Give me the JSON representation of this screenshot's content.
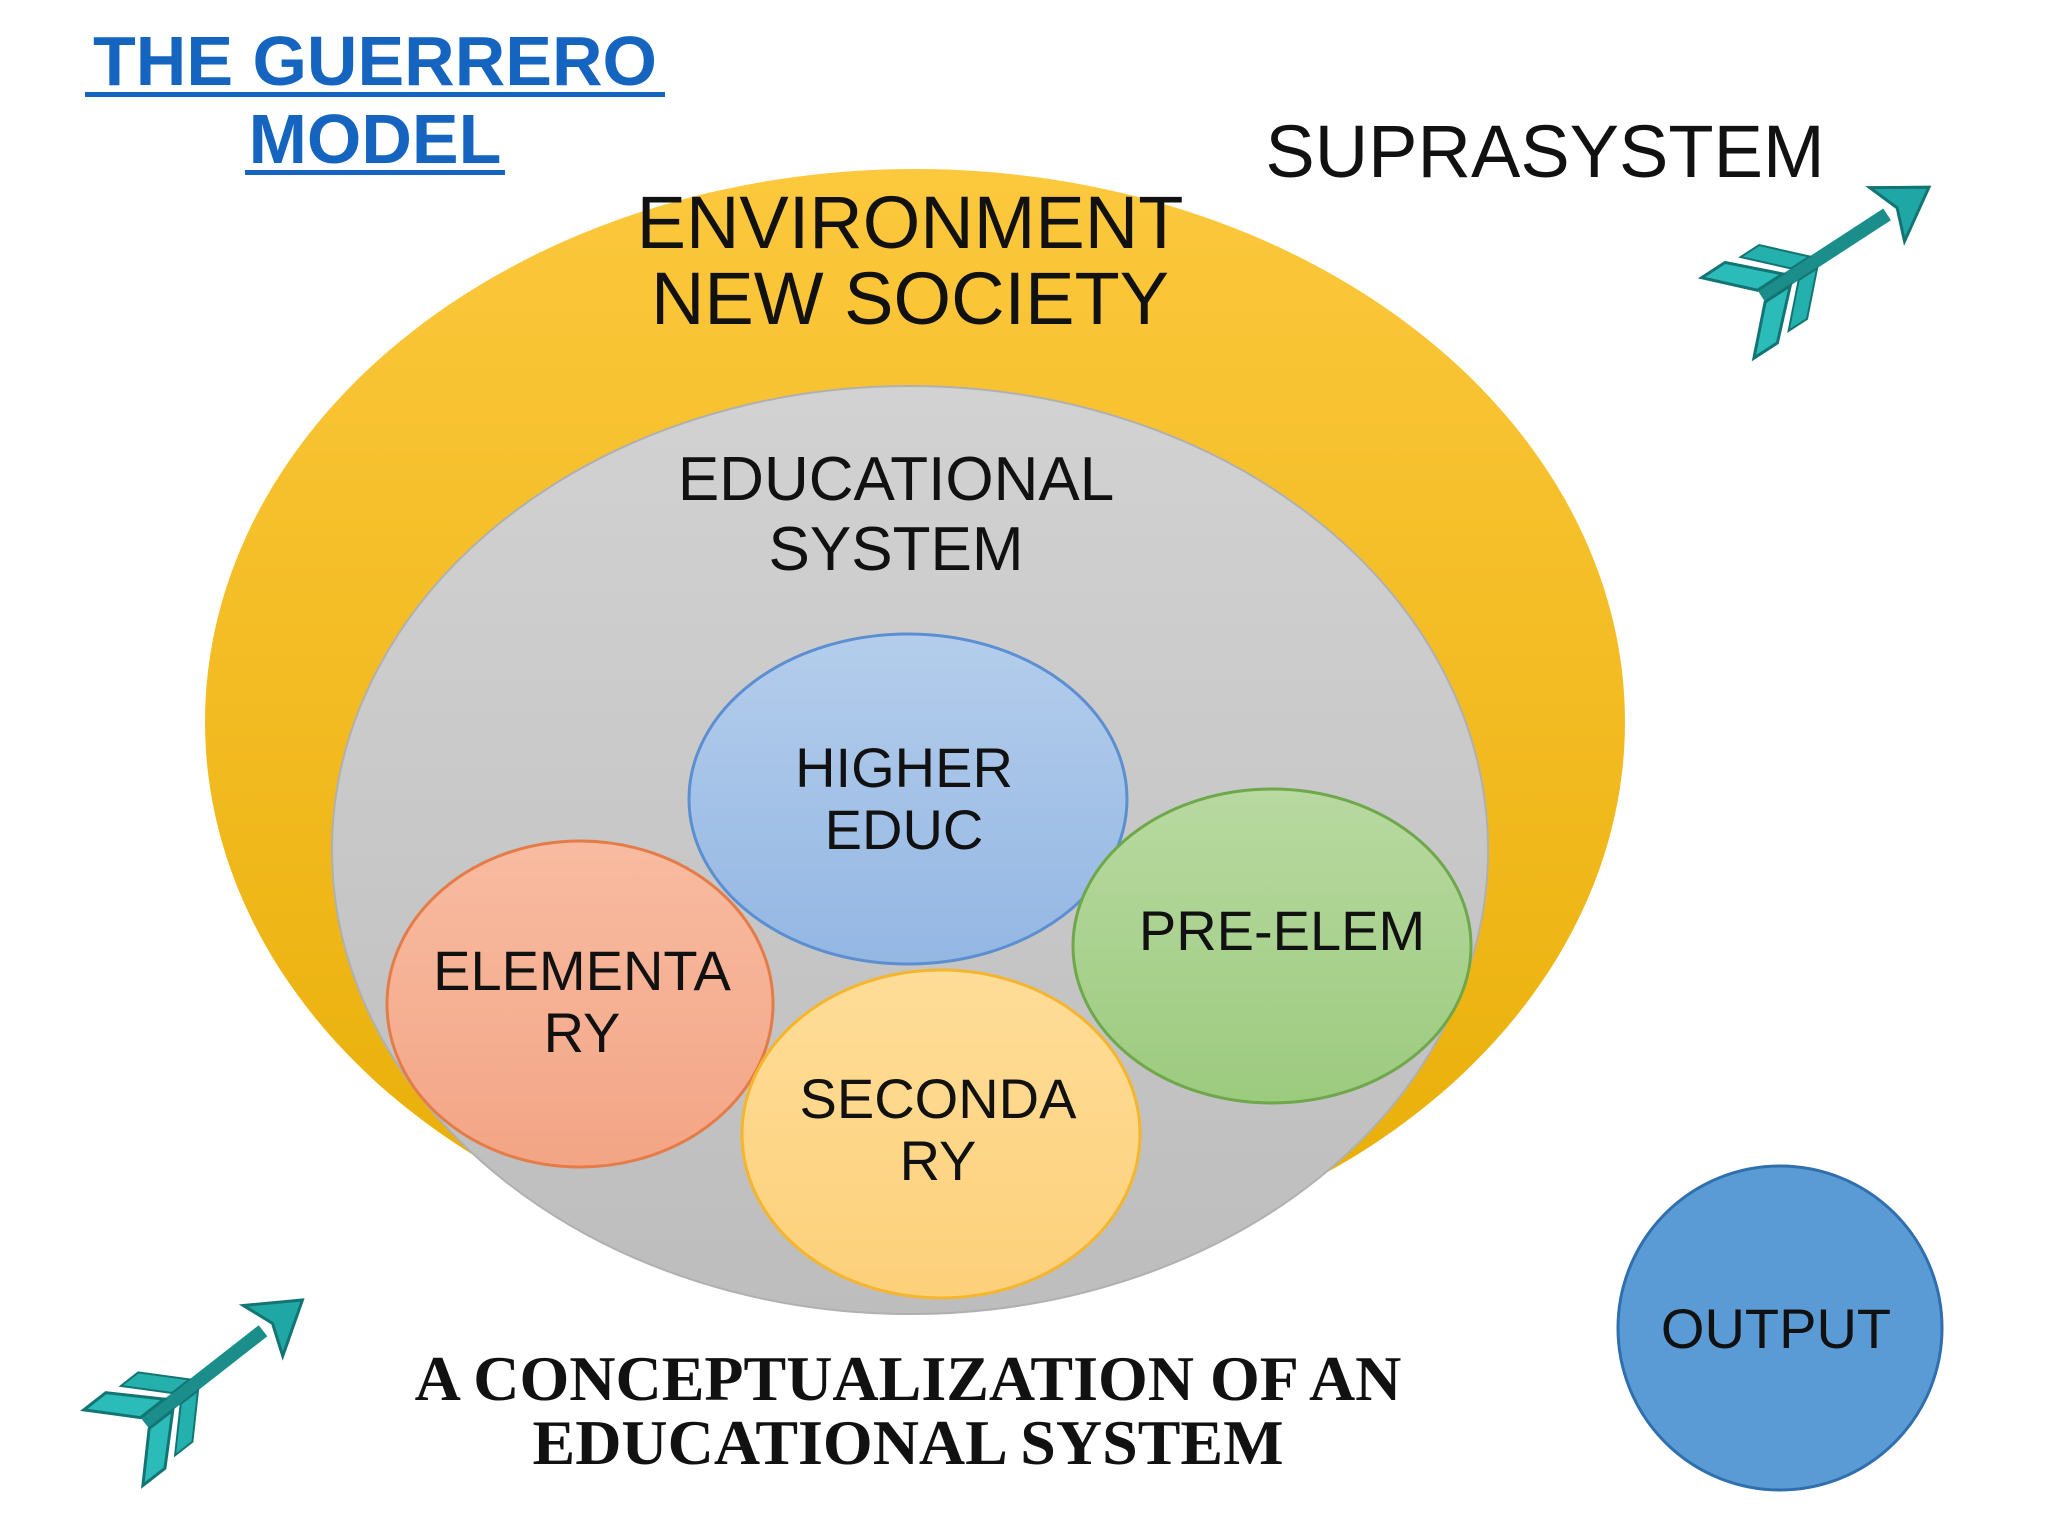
{
  "title": {
    "line1": "THE GUERRERO",
    "line2": "MODEL"
  },
  "suprasystem_label": "SUPRASYSTEM",
  "environment": {
    "line1": "ENVIRONMENT",
    "line2": "NEW SOCIETY"
  },
  "educational_system": {
    "line1": "EDUCATIONAL",
    "line2": "SYSTEM"
  },
  "subsystems": {
    "higher": {
      "line1": "HIGHER",
      "line2": "EDUC"
    },
    "elementary": {
      "line1": "ELEMENTA",
      "line2": "RY"
    },
    "secondary": {
      "line1": "SECONDA",
      "line2": "RY"
    },
    "pre_elem": {
      "line1": "PRE-ELEM"
    }
  },
  "output_label": "OUTPUT",
  "caption": {
    "line1": "A CONCEPTUALIZATION OF AN",
    "line2": "EDUCATIONAL SYSTEM"
  },
  "icons": {
    "arrow_top_right": "arrow-icon",
    "arrow_bottom_left": "arrow-icon"
  },
  "colors": {
    "title": "#1565c0",
    "environment_top": "#fcc83d",
    "environment_bottom": "#e8ae05",
    "educational_system": "#c8c8c8",
    "higher_educ": "#a2c1e7",
    "elementary": "#f5ae90",
    "secondary": "#fed581",
    "pre_elem": "#a9d08e",
    "output": "#5b9bd5",
    "arrow": "#1fa7a5"
  }
}
